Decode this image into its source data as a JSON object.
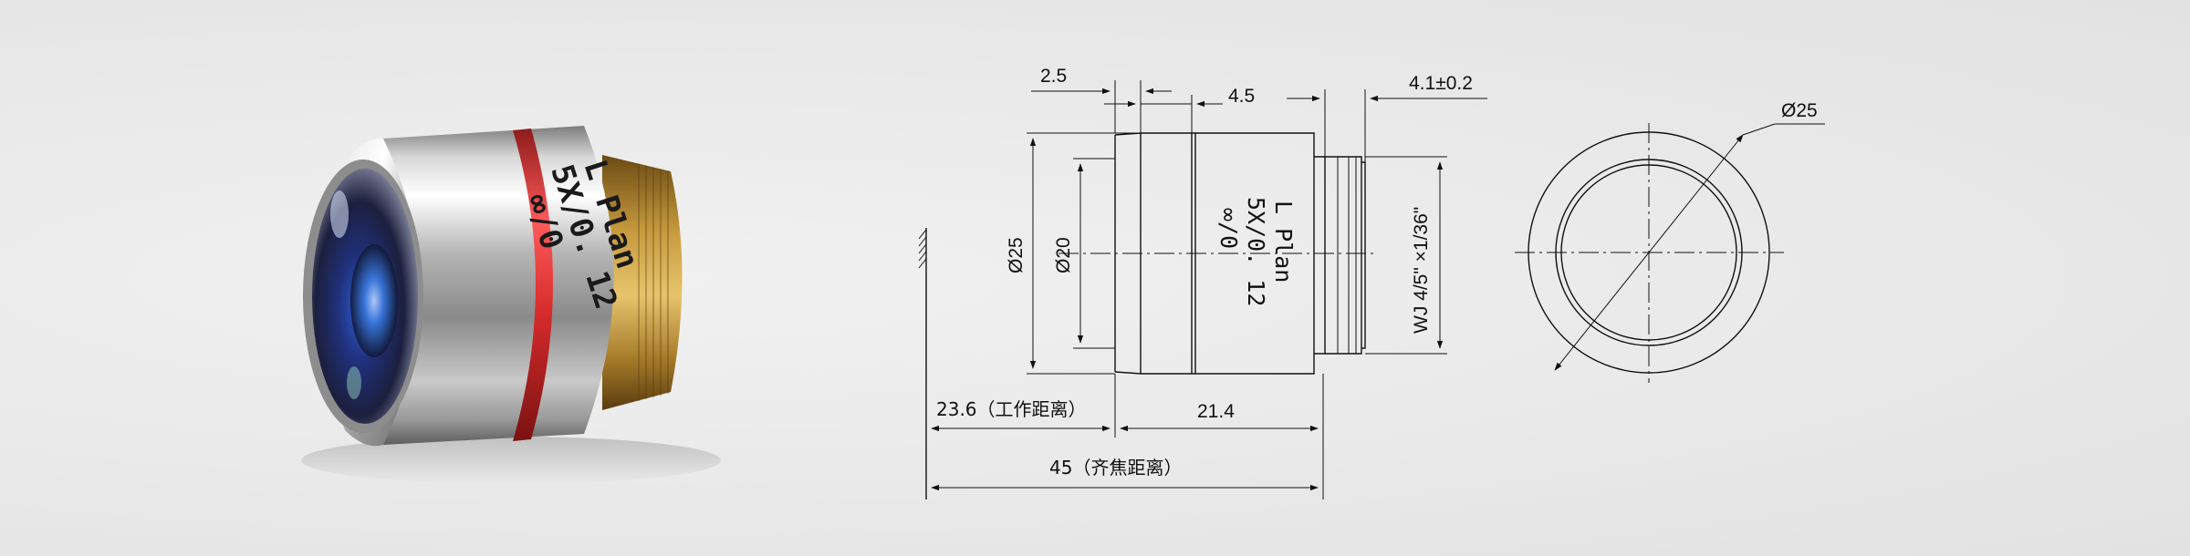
{
  "product_photo": {
    "engraving": {
      "line1": "L Plan",
      "line2": "5X/0. 12",
      "line3": "∞/0"
    }
  },
  "side_view": {
    "engraving": {
      "line1": "L Plan",
      "line2": "5X/0. 12",
      "line3": "∞/0"
    },
    "dimensions": {
      "flange_step": "2.5",
      "barrel_offset": "4.5",
      "thread_length": "4.1±0.2",
      "outer_diameter": "Ø25",
      "front_diameter": "Ø20",
      "thread_spec": "WJ 4/5\" ×1/36\"",
      "working_distance": "23.6（工作距离）",
      "body_length": "21.4",
      "parfocal_distance": "45（齐焦距离）"
    }
  },
  "end_view": {
    "dimensions": {
      "diameter": "Ø25"
    }
  }
}
